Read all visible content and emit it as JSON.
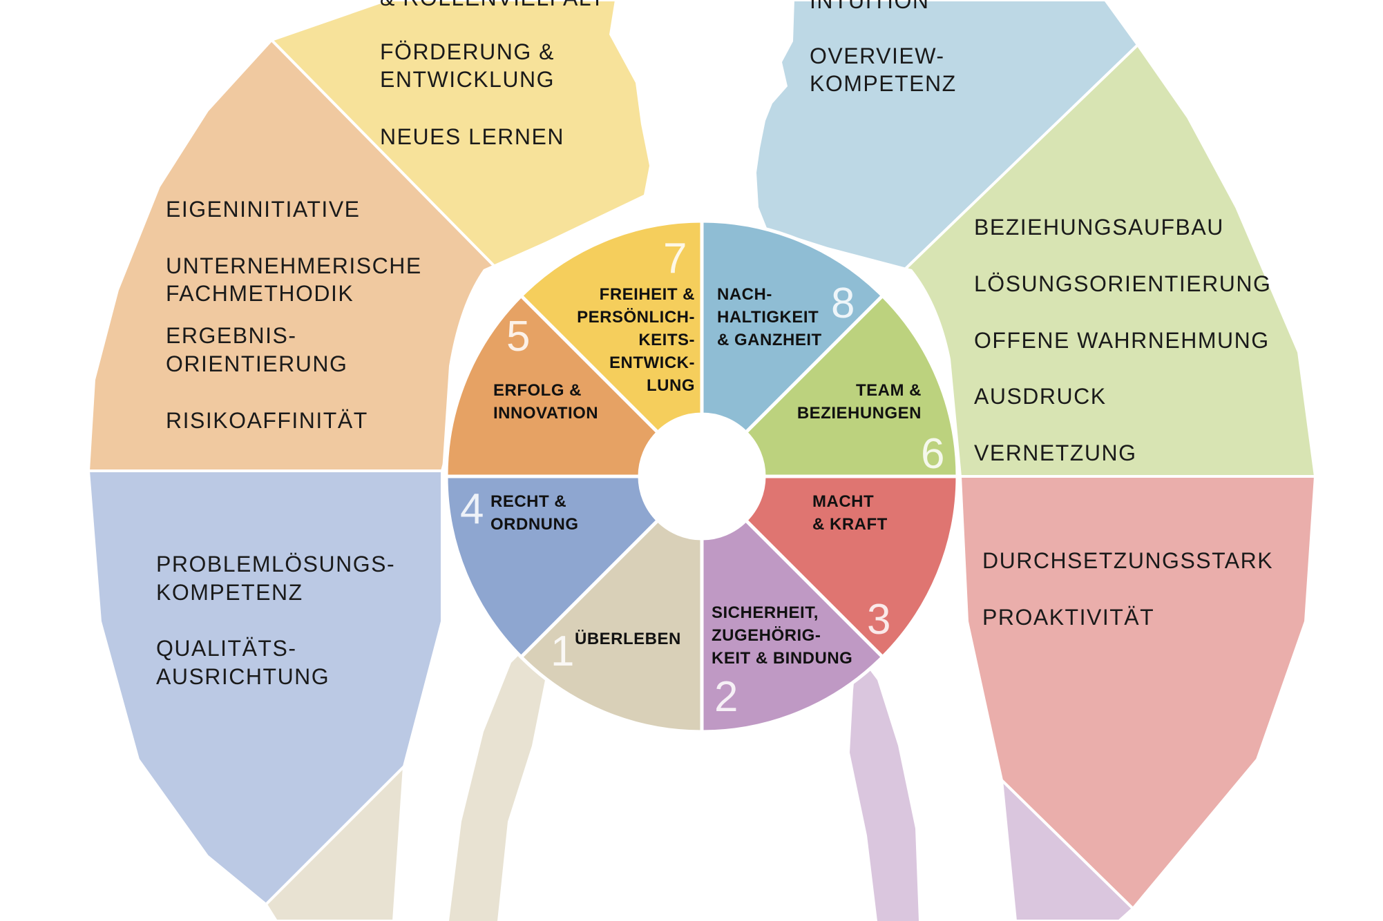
{
  "colors": {
    "yellow_light": "#F7E29A",
    "yellow": "#F5CE5C",
    "orange_light": "#F0C9A0",
    "orange": "#E6A264",
    "blue_light": "#BBC9E4",
    "blue": "#8EA6D0",
    "beige_light": "#E8E2D2",
    "beige": "#D9D0B8",
    "purple_light": "#DAC6DE",
    "purple": "#BF99C4",
    "red_light": "#EAAEAB",
    "red": "#DF7571",
    "green_light": "#D8E4B3",
    "green": "#BCD27E",
    "teal_light": "#BDD8E5",
    "teal": "#8FBDD4"
  },
  "outer_segments": {
    "yellow": [
      "& ROLLENVIELFALT",
      "FÖRDERUNG &",
      "ENTWICKLUNG",
      "NEUES LERNEN"
    ],
    "teal": [
      "INTUITION",
      "OVERVIEW-",
      "KOMPETENZ"
    ],
    "orange": [
      "EIGENINITIATIVE",
      "UNTERNEHMERISCHE",
      "FACHMETHODIK",
      "ERGEBNIS-",
      "ORIENTIERUNG",
      "RISIKOAFFINITÄT"
    ],
    "green": [
      "BEZIEHUNGSAUFBAU",
      "LÖSUNGSORIENTIERUNG",
      "OFFENE WAHRNEHMUNG",
      "AUSDRUCK",
      "VERNETZUNG"
    ],
    "blue": [
      "PROBLEMLÖSUNGS-",
      "KOMPETENZ",
      "QUALITÄTS-",
      "AUSRICHTUNG"
    ],
    "red": [
      "DURCHSETZUNGSSTARK",
      "PROAKTIVITÄT"
    ]
  },
  "inner_segments": {
    "freiheit": {
      "number": "7",
      "lines": [
        "FREIHEIT &",
        "PERSÖNLICH-",
        "KEITS-",
        "ENTWICK-",
        "LUNG"
      ]
    },
    "nachhaltigkeit": {
      "number": "8",
      "lines": [
        "NACH-",
        "HALTIGKEIT",
        "& GANZHEIT"
      ]
    },
    "erfolg": {
      "number": "5",
      "lines": [
        "ERFOLG &",
        "INNOVATION"
      ]
    },
    "team": {
      "number": "6",
      "lines": [
        "TEAM &",
        "BEZIEHUNGEN"
      ]
    },
    "recht": {
      "number": "4",
      "lines": [
        "RECHT &",
        "ORDNUNG"
      ]
    },
    "macht": {
      "number": "3",
      "lines": [
        "MACHT",
        "& KRAFT"
      ]
    },
    "ueberleben": {
      "number": "1",
      "lines": [
        "ÜBERLEBEN"
      ]
    },
    "sicherheit": {
      "number": "2",
      "lines": [
        "SICHERHEIT,",
        "ZUGEHÖRIG-",
        "KEIT & BINDUNG"
      ]
    }
  }
}
